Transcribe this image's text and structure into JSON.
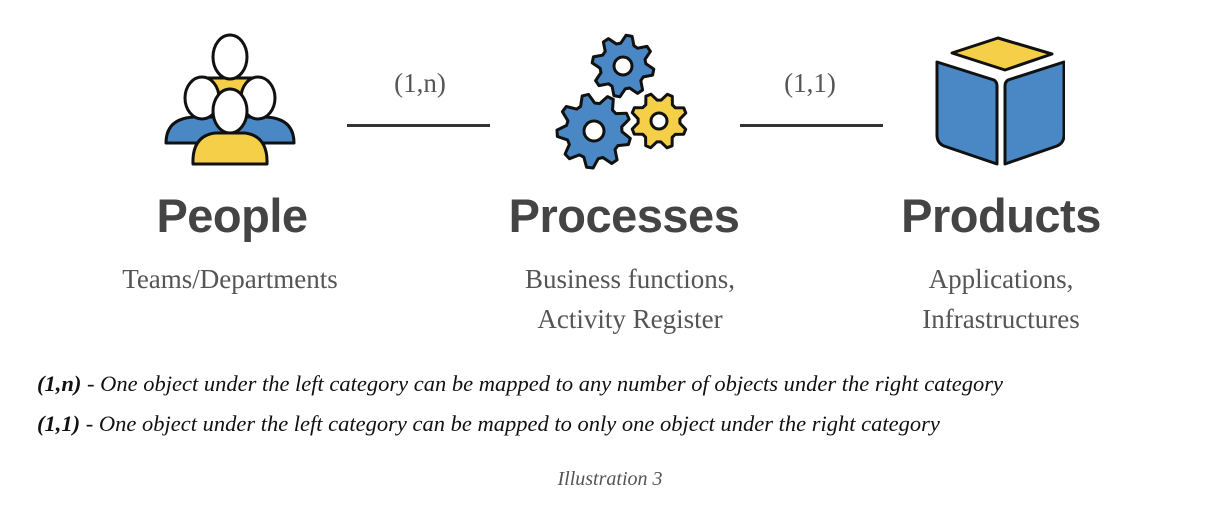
{
  "colors": {
    "blue": "#4a87c5",
    "yellow": "#f5cf47",
    "outline": "#111111",
    "text": "#444444"
  },
  "nodes": [
    {
      "icon": "people-icon",
      "title": "People",
      "subtitle": [
        "Teams/Departments"
      ]
    },
    {
      "icon": "gears-icon",
      "title": "Processes",
      "subtitle": [
        "Business functions,",
        "Activity Register"
      ]
    },
    {
      "icon": "cube-icon",
      "title": "Products",
      "subtitle": [
        "Applications,",
        "Infrastructures"
      ]
    }
  ],
  "relations": [
    {
      "label": "(1,n)"
    },
    {
      "label": "(1,1)"
    }
  ],
  "legend": [
    {
      "key": "(1,n)",
      "text": " - One object under the left category can be mapped to any number of objects under the right category"
    },
    {
      "key": "(1,1)",
      "text": " - One object under the left category can be mapped to only one object under the right category"
    }
  ],
  "caption": "Illustration 3"
}
